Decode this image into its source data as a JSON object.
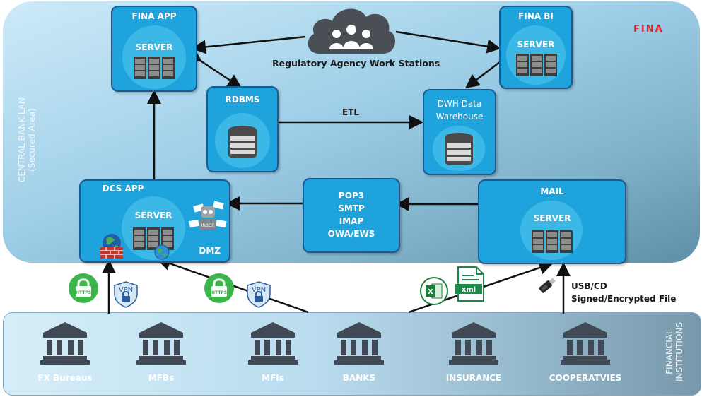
{
  "brand": "FINA",
  "zones": {
    "lan_line1": "CENTRAL BANK LAN",
    "lan_line2": "(Secured Area)",
    "fi_line1": "FINANCIAL",
    "fi_line2": "INSTITUTIONS"
  },
  "workstations_label": "Regulatory Agency Work Stations",
  "boxes": {
    "fina_app": {
      "title": "FINA APP",
      "server": "SERVER"
    },
    "fina_bi": {
      "title": "FINA BI",
      "server": "SERVER"
    },
    "rdbms": {
      "title": "RDBMS"
    },
    "dwh": {
      "title_line1": "DWH Data",
      "title_line2": "Warehouse"
    },
    "dcs_app": {
      "title": "DCS APP",
      "server": "SERVER",
      "dmz": "DMZ"
    },
    "mail_protocols": {
      "lines": [
        "POP3",
        "SMTP",
        "IMAP",
        "OWA/EWS"
      ]
    },
    "mail": {
      "title": "MAIL",
      "server": "SERVER"
    }
  },
  "edges": {
    "etl": "ETL",
    "usb_line1": "USB/CD",
    "usb_line2": "Signed/Encrypted File"
  },
  "badges": {
    "https": "HTTPS",
    "vpn": "VPN",
    "xml": "xml",
    "excel": "X",
    "robot": "INBOX"
  },
  "institutions": [
    {
      "label": "FX Bureaus"
    },
    {
      "label": "MFBs"
    },
    {
      "label": "MFIs"
    },
    {
      "label": "BANKS"
    },
    {
      "label": "INSURANCE"
    },
    {
      "label": "COOPERATVIES"
    }
  ],
  "colors": {
    "box": "#1ea3dd",
    "box_border": "#1b5a92",
    "https_green": "#3cb54a",
    "brand_red": "#e0262a"
  }
}
